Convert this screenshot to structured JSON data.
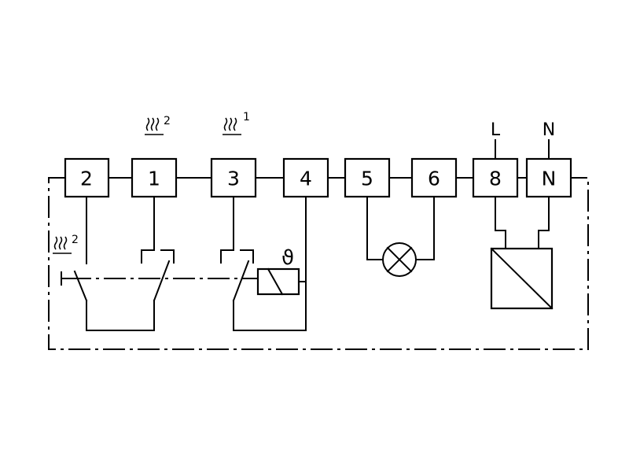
{
  "terminals": {
    "t2": "2",
    "t1": "1",
    "t3": "3",
    "t4": "4",
    "t5": "5",
    "t6": "6",
    "t8": "8",
    "tN": "N"
  },
  "supply": {
    "line": "L",
    "neutral": "N"
  },
  "heat_labels": {
    "stage2_top": "2",
    "stage1_top": "1",
    "stage2_left": "2"
  },
  "thermostat_symbol": "ϑ",
  "icons": [
    "heat-stage-icon",
    "lamp-icon",
    "motor-icon",
    "relay-coil-icon",
    "switch-contact-icon"
  ]
}
